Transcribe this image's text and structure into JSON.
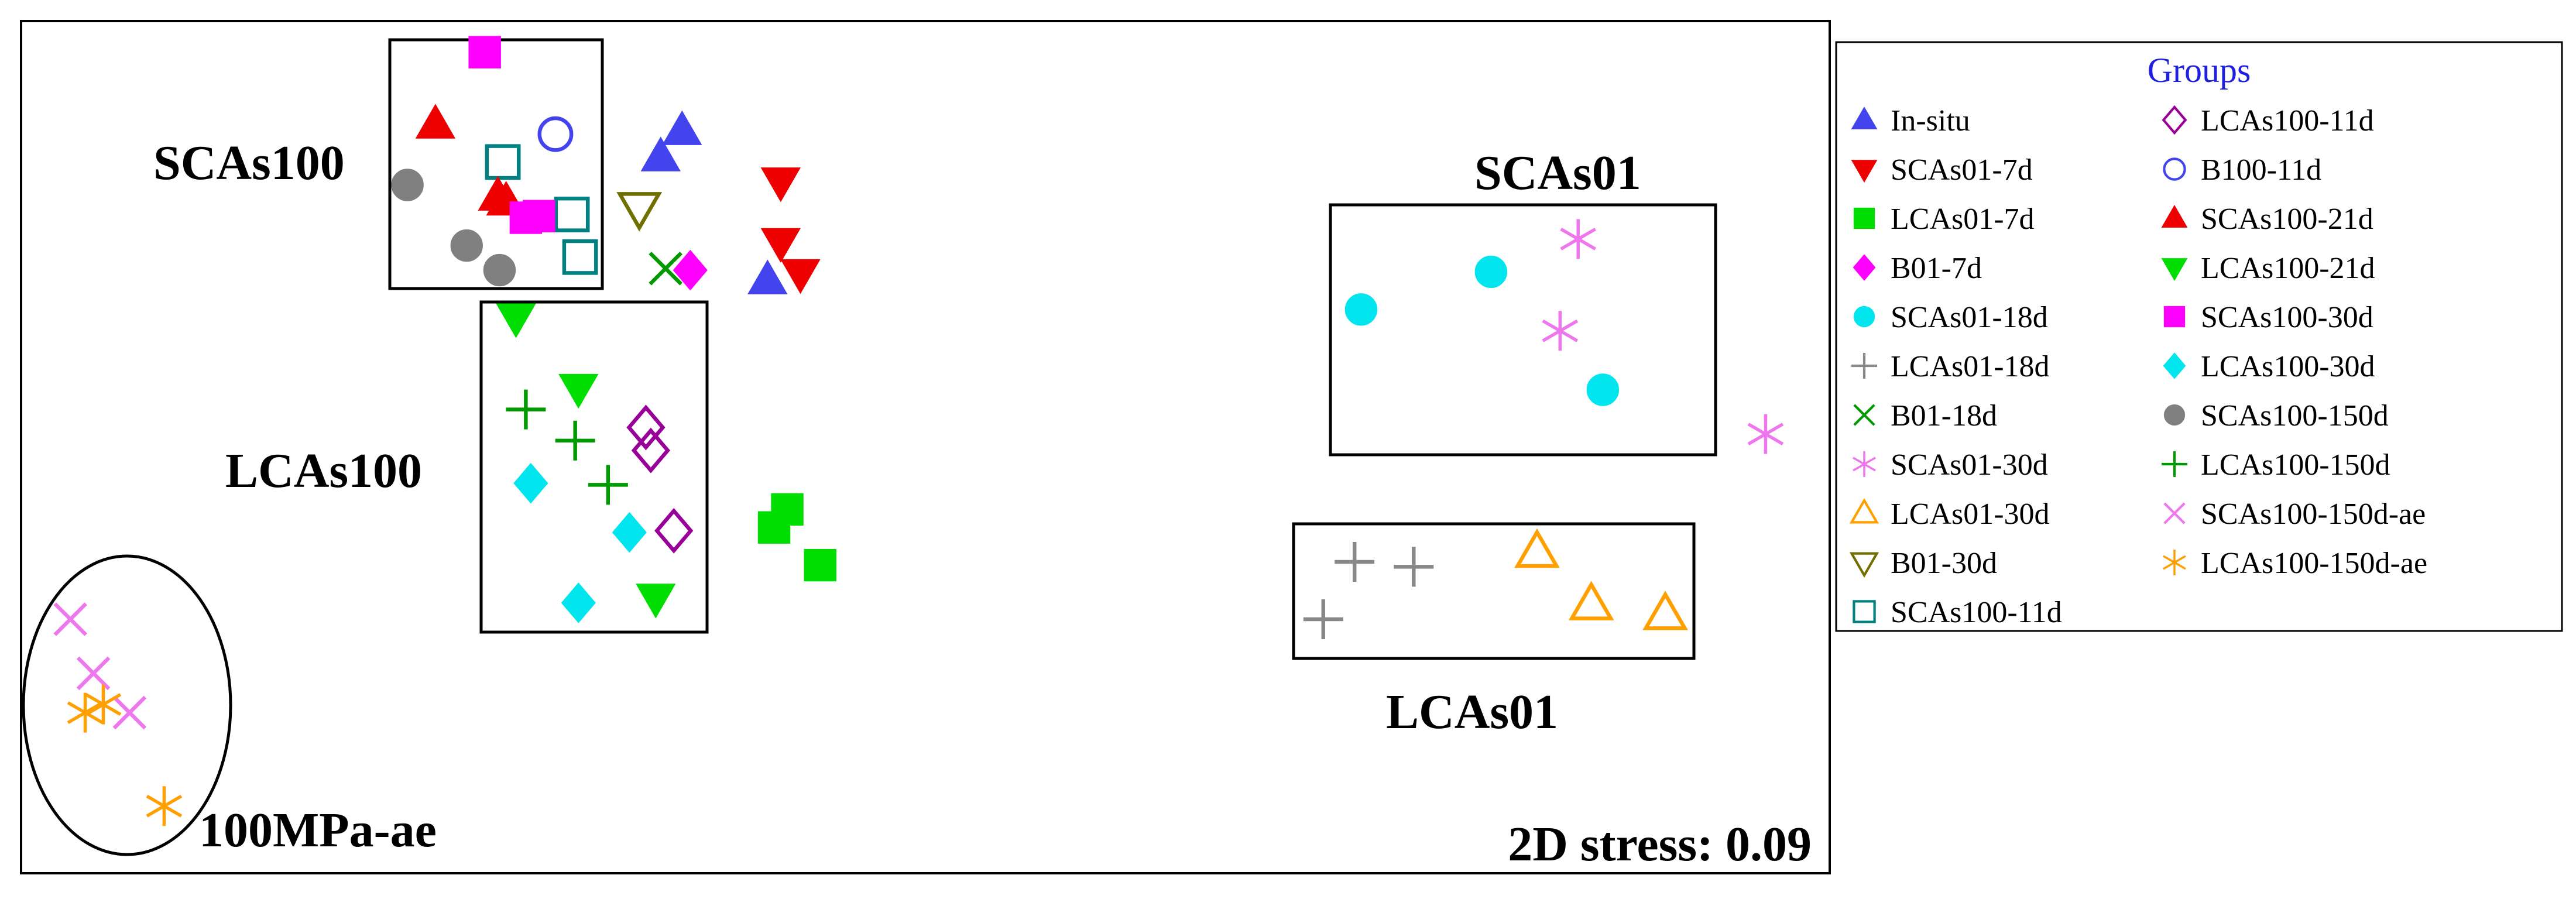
{
  "chart_data": {
    "type": "scatter",
    "title": "",
    "xlabel": "",
    "ylabel": "",
    "xlim": [
      0,
      1100
    ],
    "ylim": [
      0,
      520
    ],
    "grid": false,
    "legend": {
      "title": "Groups",
      "position": "right",
      "columns": 2
    },
    "annotations": {
      "stress": "2D stress: 0.09",
      "groups": [
        {
          "label": "SCAs100"
        },
        {
          "label": "LCAs100"
        },
        {
          "label": "SCAs01"
        },
        {
          "label": "LCAs01"
        },
        {
          "label": "100MPa-ae"
        }
      ]
    },
    "series": [
      {
        "name": "In-situ",
        "marker": "triangle-up",
        "fill": true,
        "color": "#4444ee",
        "points": [
          [
            402,
            453
          ],
          [
            389,
            437
          ],
          [
            454,
            362
          ]
        ]
      },
      {
        "name": "SCAs01-7d",
        "marker": "triangle-down",
        "fill": true,
        "color": "#ee0000",
        "points": [
          [
            462,
            422
          ],
          [
            462,
            385
          ],
          [
            474,
            366
          ]
        ]
      },
      {
        "name": "LCAs01-7d",
        "marker": "square",
        "fill": true,
        "color": "#00dd00",
        "points": [
          [
            466,
            222
          ],
          [
            458,
            211
          ],
          [
            486,
            188
          ]
        ]
      },
      {
        "name": "B01-7d",
        "marker": "diamond",
        "fill": true,
        "color": "#ff00ff",
        "points": [
          [
            407,
            368
          ]
        ]
      },
      {
        "name": "SCAs01-18d",
        "marker": "circle",
        "fill": true,
        "color": "#00e5ee",
        "points": [
          [
            815,
            344
          ],
          [
            894,
            367
          ],
          [
            962,
            295
          ]
        ]
      },
      {
        "name": "LCAs01-18d",
        "marker": "plus",
        "fill": false,
        "color": "#888888",
        "points": [
          [
            811,
            190
          ],
          [
            847,
            187
          ],
          [
            792,
            155
          ]
        ]
      },
      {
        "name": "B01-18d",
        "marker": "x",
        "fill": false,
        "color": "#009900",
        "points": [
          [
            392,
            369
          ]
        ]
      },
      {
        "name": "SCAs01-30d",
        "marker": "asterisk",
        "fill": false,
        "color": "#ee77ee",
        "points": [
          [
            947,
            387
          ],
          [
            936,
            331
          ],
          [
            1061,
            268
          ]
        ]
      },
      {
        "name": "LCAs01-30d",
        "marker": "triangle-up",
        "fill": false,
        "color": "#ffa000",
        "points": [
          [
            922,
            196
          ],
          [
            955,
            164
          ],
          [
            1000,
            158
          ]
        ]
      },
      {
        "name": "B01-30d",
        "marker": "triangle-down",
        "fill": false,
        "color": "#707000",
        "points": [
          [
            376,
            406
          ]
        ]
      },
      {
        "name": "SCAs100-11d",
        "marker": "square",
        "fill": false,
        "color": "#008080",
        "points": [
          [
            293,
            434
          ],
          [
            335,
            402
          ],
          [
            340,
            376
          ]
        ]
      },
      {
        "name": "LCAs100-11d",
        "marker": "diamond",
        "fill": false,
        "color": "#990099",
        "points": [
          [
            380,
            272
          ],
          [
            383,
            258
          ],
          [
            397,
            209
          ]
        ]
      },
      {
        "name": "B100-11d",
        "marker": "circle",
        "fill": false,
        "color": "#4444ee",
        "points": [
          [
            325,
            451
          ]
        ]
      },
      {
        "name": "SCAs100-21d",
        "marker": "triangle-up",
        "fill": true,
        "color": "#ee0000",
        "points": [
          [
            252,
            457
          ],
          [
            290,
            413
          ],
          [
            295,
            410
          ]
        ]
      },
      {
        "name": "LCAs100-21d",
        "marker": "triangle-down",
        "fill": true,
        "color": "#00dd00",
        "points": [
          [
            301,
            339
          ],
          [
            339,
            296
          ],
          [
            386,
            168
          ]
        ]
      },
      {
        "name": "SCAs100-30d",
        "marker": "square",
        "fill": true,
        "color": "#ff00ff",
        "points": [
          [
            282,
            501
          ],
          [
            307,
            400
          ],
          [
            315,
            401
          ]
        ]
      },
      {
        "name": "LCAs100-30d",
        "marker": "diamond",
        "fill": true,
        "color": "#00e5ee",
        "points": [
          [
            310,
            238
          ],
          [
            370,
            208
          ],
          [
            339,
            165
          ]
        ]
      },
      {
        "name": "SCAs100-150d",
        "marker": "circle",
        "fill": true,
        "color": "#808080",
        "points": [
          [
            235,
            420
          ],
          [
            271,
            383
          ],
          [
            291,
            368
          ]
        ]
      },
      {
        "name": "LCAs100-150d",
        "marker": "plus",
        "fill": false,
        "color": "#009900",
        "points": [
          [
            307,
            283
          ],
          [
            337,
            264
          ],
          [
            357,
            237
          ]
        ]
      },
      {
        "name": "SCAs100-150d-ae",
        "marker": "x",
        "fill": false,
        "color": "#ee77ee",
        "points": [
          [
            30,
            155
          ],
          [
            44,
            122
          ],
          [
            66,
            98
          ]
        ]
      },
      {
        "name": "LCAs100-150d-ae",
        "marker": "asterisk",
        "fill": false,
        "color": "#ffa000",
        "points": [
          [
            39,
            98
          ],
          [
            50,
            103
          ],
          [
            87,
            41
          ]
        ]
      }
    ]
  }
}
